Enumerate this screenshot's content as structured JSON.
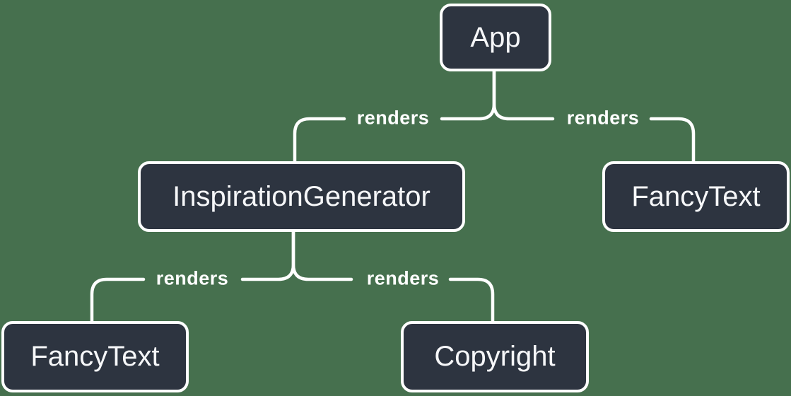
{
  "colors": {
    "background": "#46704E",
    "node_fill": "#2D3440",
    "node_border": "#FFFFFF",
    "line": "#FFFFFF",
    "node_text": "#F6F7F9",
    "edge_label_text": "#FFFFFF"
  },
  "diagram": {
    "type": "tree",
    "nodes": [
      {
        "id": "app",
        "label": "App"
      },
      {
        "id": "inspiration-generator",
        "label": "InspirationGenerator"
      },
      {
        "id": "fancy-text-top-right",
        "label": "FancyText"
      },
      {
        "id": "fancy-text-bottom-left",
        "label": "FancyText"
      },
      {
        "id": "copyright",
        "label": "Copyright"
      }
    ],
    "edges": [
      {
        "from": "App",
        "to": "InspirationGenerator",
        "label": "renders"
      },
      {
        "from": "App",
        "to": "FancyText",
        "label": "renders"
      },
      {
        "from": "InspirationGenerator",
        "to": "FancyText",
        "label": "renders"
      },
      {
        "from": "InspirationGenerator",
        "to": "Copyright",
        "label": "renders"
      }
    ]
  }
}
